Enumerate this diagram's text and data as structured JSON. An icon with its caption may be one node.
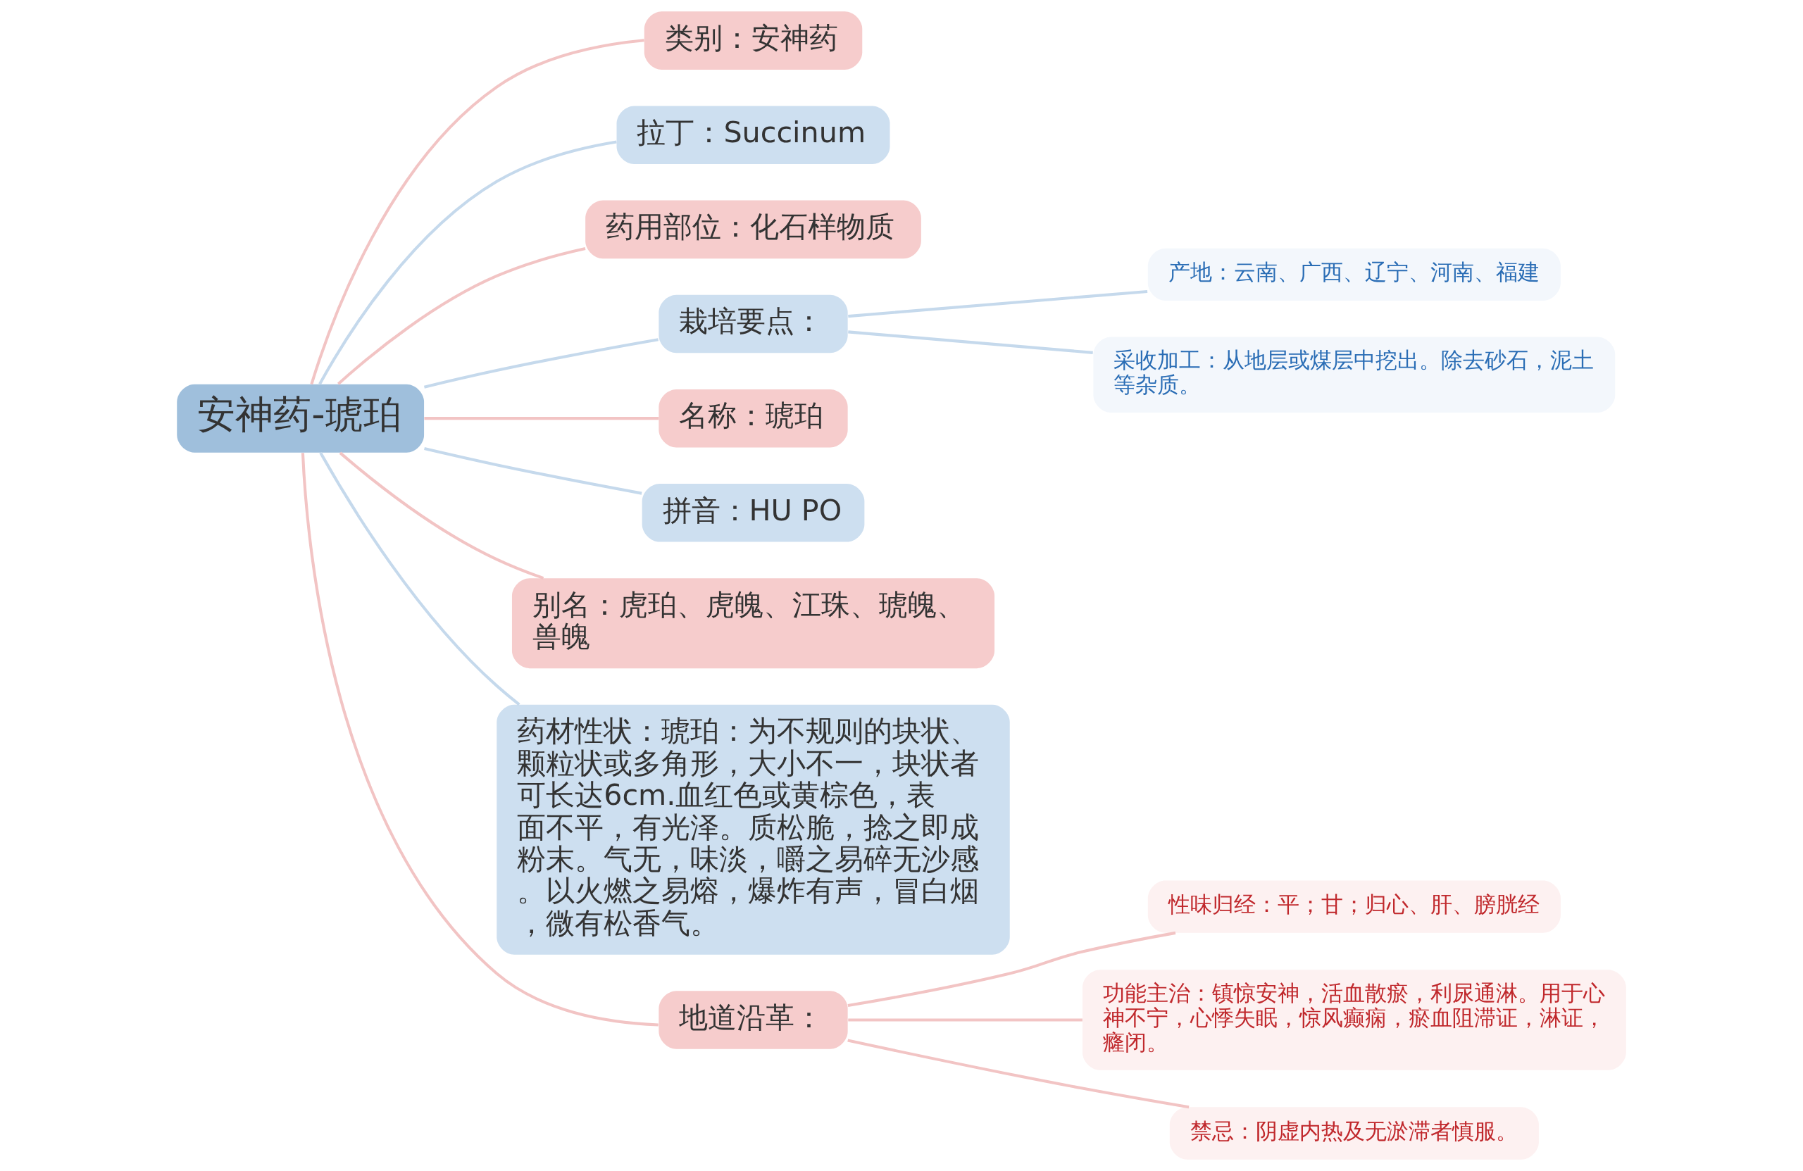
{
  "diagram": {
    "nodes": [
      {
        "text": [
          "安神药-琥珀"
        ]
      },
      {
        "text": [
          "类别：安神药"
        ]
      },
      {
        "text": [
          "拉丁：Succinum"
        ]
      },
      {
        "text": [
          "药用部位：化石样物质"
        ]
      },
      {
        "text": [
          "栽培要点："
        ]
      },
      {
        "text": [
          "产地：云南、广西、辽宁、河南、福建"
        ]
      },
      {
        "text": [
          "采收加工：从地层或煤层中挖出。除去砂石，泥土等杂质。"
        ]
      },
      {
        "text": [
          "名称：琥珀"
        ]
      },
      {
        "text": [
          "拼音：HU PO"
        ]
      },
      {
        "text": [
          "别名：虎珀、虎魄、江珠、琥魄、兽魄"
        ]
      },
      {
        "text": [
          "药材性状：琥珀：为不规则的块状、颗粒状或多角形，大小不一，块状者可长达6cm.血红色或黄棕色，表面不平，有光泽。质松脆，捻之即成粉末。气无，味淡，嚼之易碎无沙感。以火燃之易熔，爆炸有声，冒白烟，微有松香气。"
        ]
      },
      {
        "text": [
          "地道沿革："
        ]
      },
      {
        "text": [
          "性味归经：平；甘；归心、肝、膀胱经"
        ]
      },
      {
        "text": [
          "功能主治：镇惊安神，活血散瘀，利尿通淋。用于心神不宁，心悸失眠，惊风癫痫，瘀血阻滞证，淋证，癃闭。"
        ]
      },
      {
        "text": [
          "禁忌：阴虚内热及无淤滞者慎服。"
        ]
      }
    ],
    "edges": [
      {
        "from": 0,
        "to": 1,
        "arrow": "none"
      },
      {
        "from": 0,
        "to": 2,
        "arrow": "none",
        "color": "#c5d9ec"
      },
      {
        "from": 0,
        "to": 3,
        "arrow": "none"
      },
      {
        "from": 0,
        "to": 4,
        "arrow": "none",
        "color": "#c5d9ec"
      },
      {
        "from": 4,
        "to": 5,
        "arrow": "none",
        "color": "#c5d9ec"
      },
      {
        "from": 4,
        "to": 6,
        "arrow": "none",
        "color": "#c5d9ec"
      },
      {
        "from": 0,
        "to": 7,
        "arrow": "none"
      },
      {
        "from": 0,
        "to": 8,
        "arrow": "none",
        "color": "#c5d9ec"
      },
      {
        "from": 0,
        "to": 9,
        "arrow": "none"
      },
      {
        "from": 0,
        "to": 10,
        "arrow": "none",
        "color": "#c5d9ec"
      },
      {
        "from": 0,
        "to": 11,
        "arrow": "none"
      },
      {
        "from": 11,
        "to": 12,
        "arrow": "none"
      },
      {
        "from": 11,
        "to": 13,
        "arrow": "none"
      },
      {
        "from": 11,
        "to": 14,
        "arrow": "none"
      }
    ]
  }
}
